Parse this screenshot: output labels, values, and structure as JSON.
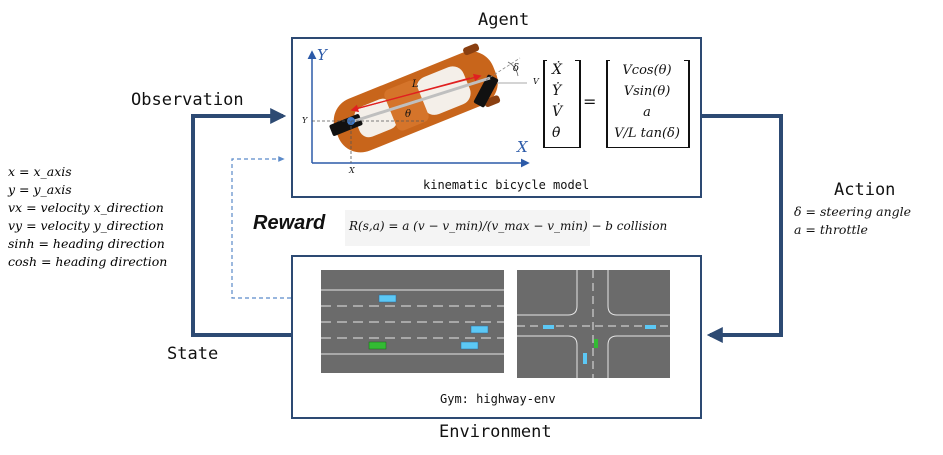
{
  "titles": {
    "agent": "Agent",
    "environment": "Environment",
    "observation": "Observation",
    "state": "State",
    "action": "Action",
    "reward": "Reward"
  },
  "agent_box": {
    "caption": "kinematic bicycle model",
    "axes": {
      "y": "Y",
      "x": "X",
      "y_tick": "Y",
      "x_tick": "X",
      "L": "L",
      "theta": "θ",
      "delta": "δ",
      "v": "V"
    },
    "equation": {
      "lhs": [
        "Ẋ",
        "Ẏ",
        "V̇",
        "θ̇"
      ],
      "rhs": [
        "Vcos(θ)",
        "Vsin(θ)",
        "a",
        "V/L tan(δ)"
      ]
    }
  },
  "environment_box": {
    "caption": "Gym: highway-env"
  },
  "state_vars": [
    "x = x_axis",
    "y = y_axis",
    "vx = velocity x_direction",
    "vy = velocity y_direction",
    "sinh = heading direction",
    "cosh = heading direction"
  ],
  "action_vars": [
    "δ = steering angle",
    "a = throttle"
  ],
  "reward_formula": "R(s,a) = a (v − v_min)/(v_max − v_min) − b collision",
  "colors": {
    "box_border": "#2d4a73",
    "arrow": "#2d4a73",
    "dashed": "#5b8ac9",
    "car_body": "#c8651b",
    "road": "#6b6b6b",
    "ego_vehicle": "#33bb33",
    "other_vehicle": "#5cc8f5"
  }
}
